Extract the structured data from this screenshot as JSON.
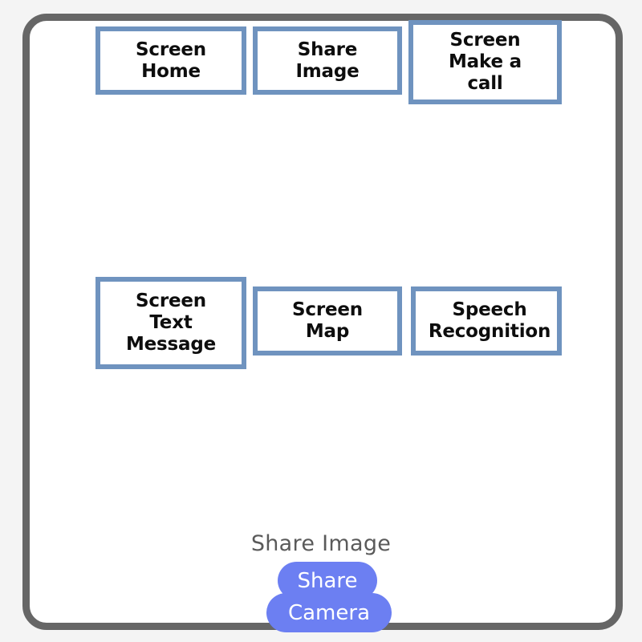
{
  "frame": {
    "border_color": "#666666",
    "background": "#ffffff",
    "page_background": "#f4f4f4"
  },
  "diagram": {
    "node_border_color": "#6f93bf",
    "node_fill": "#ffffff",
    "node_text_color": "#0d0d0d",
    "nodes": [
      {
        "id": "screen-home",
        "label": "Screen\nHome"
      },
      {
        "id": "share-image",
        "label": "Share\nImage"
      },
      {
        "id": "screen-make-a-call",
        "label": "Screen\nMake a\ncall"
      },
      {
        "id": "screen-text-message",
        "label": "Screen\nText\nMessage"
      },
      {
        "id": "screen-map",
        "label": "Screen\nMap"
      },
      {
        "id": "speech-recognition",
        "label": "Speech\nRecognition"
      }
    ]
  },
  "widget": {
    "title": "Share Image",
    "title_color": "#5a5a5a",
    "pill_color": "#6c7ff2",
    "pill_text_color": "#ffffff",
    "buttons": [
      {
        "id": "share",
        "label": "Share"
      },
      {
        "id": "camera",
        "label": "Camera"
      }
    ]
  }
}
